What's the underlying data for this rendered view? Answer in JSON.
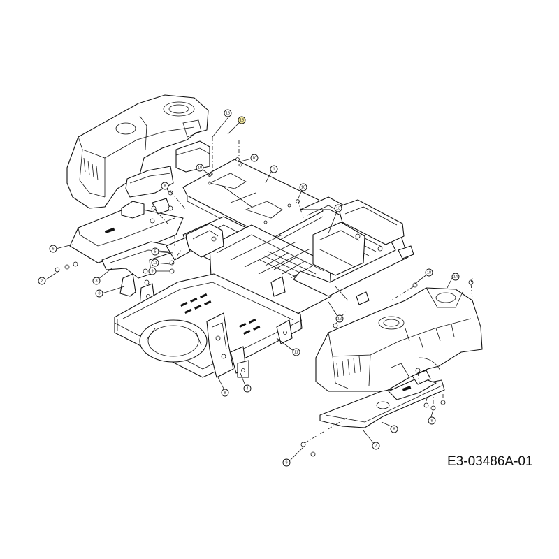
{
  "drawing_number": "E3-03486A-01",
  "highlight_color": "#f3e9a0",
  "callouts": [
    {
      "id": "c-16",
      "label": "16"
    },
    {
      "id": "c-15",
      "label": "15"
    },
    {
      "id": "c-10a",
      "label": "10"
    },
    {
      "id": "c-10b",
      "label": "10"
    },
    {
      "id": "c-1",
      "label": "1"
    },
    {
      "id": "c-10c",
      "label": "10"
    },
    {
      "id": "c-13",
      "label": "13"
    },
    {
      "id": "c-8a",
      "label": "8"
    },
    {
      "id": "c-6",
      "label": "6"
    },
    {
      "id": "c-5",
      "label": "5"
    },
    {
      "id": "c-11a",
      "label": "11"
    },
    {
      "id": "c-9a",
      "label": "9"
    },
    {
      "id": "c-3",
      "label": "3"
    },
    {
      "id": "c-8b",
      "label": "8"
    },
    {
      "id": "c-2",
      "label": "2"
    },
    {
      "id": "c-12",
      "label": "12"
    },
    {
      "id": "c-14",
      "label": "14"
    },
    {
      "id": "c-18",
      "label": "18"
    },
    {
      "id": "c-11b",
      "label": "11"
    },
    {
      "id": "c-8c",
      "label": "8"
    },
    {
      "id": "c-4",
      "label": "4"
    },
    {
      "id": "c-9b",
      "label": "9"
    },
    {
      "id": "c-8d",
      "label": "8"
    },
    {
      "id": "c-7",
      "label": "7"
    },
    {
      "id": "c-9c",
      "label": "9"
    }
  ]
}
